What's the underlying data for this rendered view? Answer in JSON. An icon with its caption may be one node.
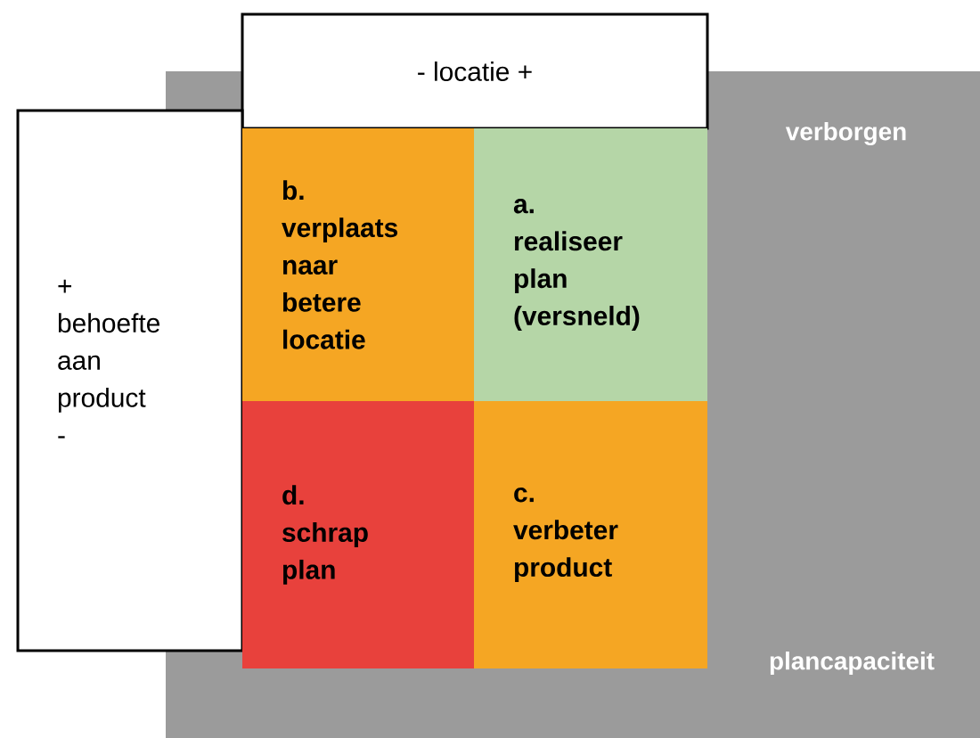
{
  "diagram": {
    "nodes": [
      {
        "text": [
          "verborgen",
          "plancapaciteit"
        ]
      },
      {
        "text": [
          "- locatie +"
        ]
      },
      {
        "text": [
          "+ behoefte aan product -"
        ]
      },
      {
        "text": [
          "b. verplaats naar betere locatie"
        ],
        "in": 0
      },
      {
        "text": [
          "a. realiseer plan (versneld)"
        ],
        "in": 0
      },
      {
        "text": [
          "d. schrap plan"
        ],
        "in": 0
      },
      {
        "text": [
          "c. verbeter product"
        ],
        "in": 0
      }
    ]
  }
}
